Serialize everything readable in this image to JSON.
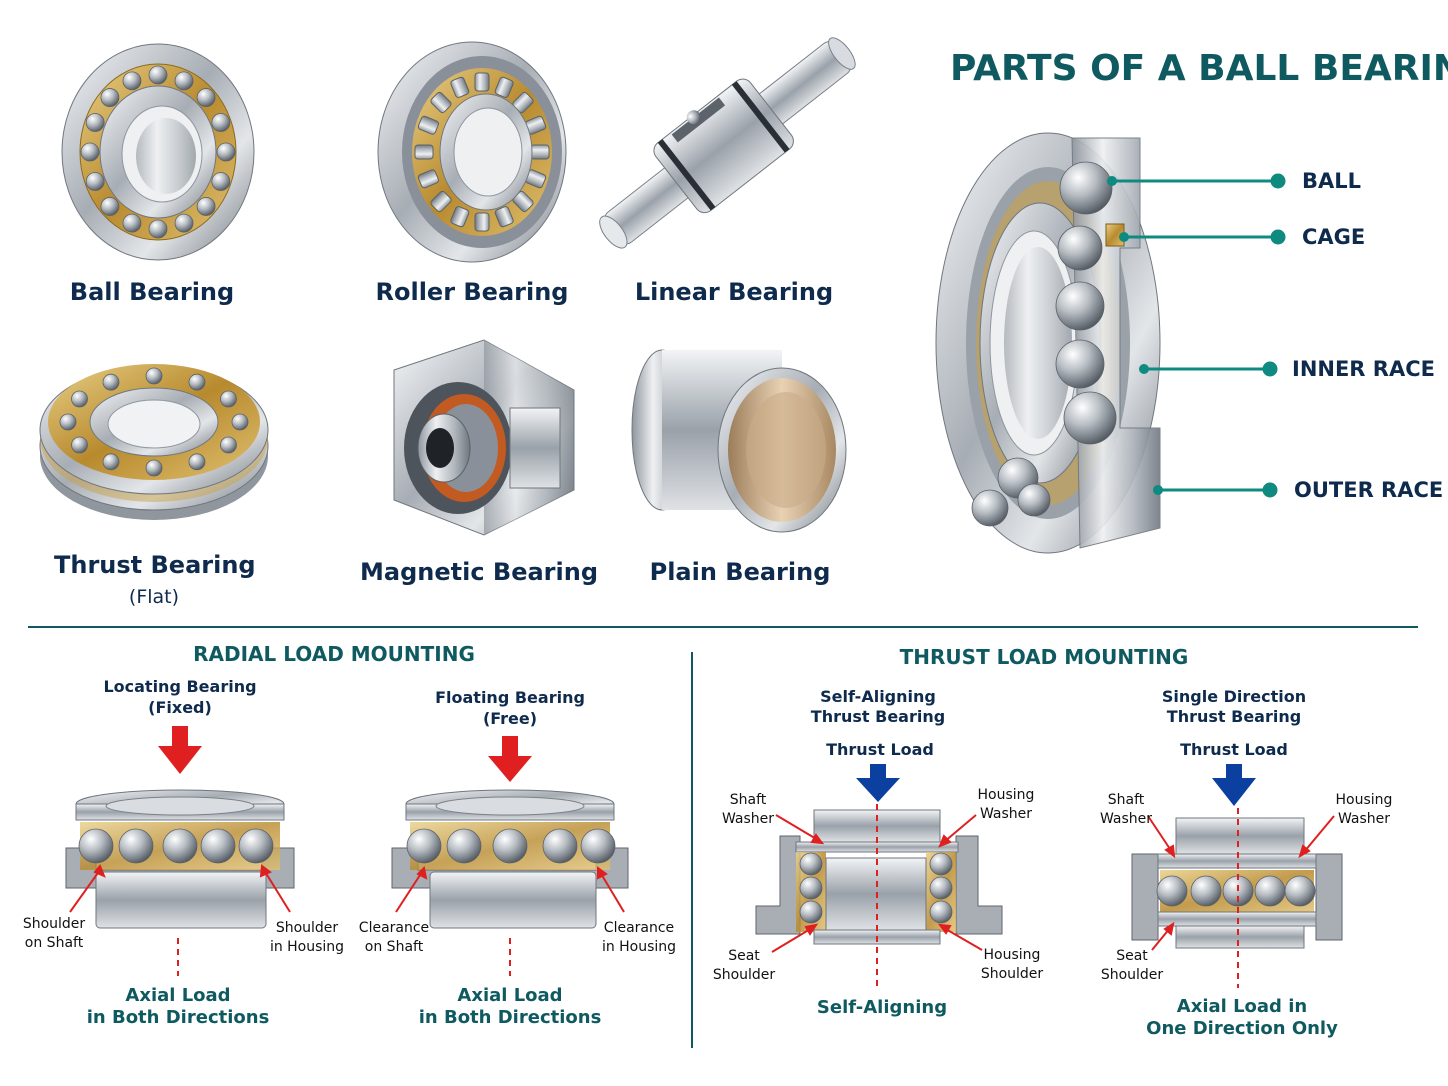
{
  "title": "PARTS OF A BALL BEARING",
  "bearing_types": [
    {
      "name": "Ball Bearing",
      "sub": ""
    },
    {
      "name": "Roller Bearing",
      "sub": ""
    },
    {
      "name": "Linear Bearing",
      "sub": ""
    },
    {
      "name": "Thrust Bearing",
      "sub": "(Flat)"
    },
    {
      "name": "Magnetic Bearing",
      "sub": ""
    },
    {
      "name": "Plain Bearing",
      "sub": ""
    }
  ],
  "parts": [
    "BALL",
    "CAGE",
    "INNER RACE",
    "OUTER RACE"
  ],
  "radial": {
    "title": "RADIAL LOAD MOUNTING",
    "locating": {
      "heading_1": "Locating Bearing",
      "heading_2": "(Fixed)",
      "left_1": "Shoulder",
      "left_2": "on Shaft",
      "right_1": "Shoulder",
      "right_2": "in Housing",
      "axial_1": "Axial Load",
      "axial_2": "in Both Directions"
    },
    "floating": {
      "heading_1": "Floating Bearing",
      "heading_2": "(Free)",
      "left_1": "Clearance",
      "left_2": "on Shaft",
      "right_1": "Clearance",
      "right_2": "in Housing",
      "axial_1": "Axial Load",
      "axial_2": "in Both Directions"
    }
  },
  "thrust": {
    "title": "THRUST LOAD MOUNTING",
    "self_aligning": {
      "heading_1": "Self-Aligning",
      "heading_2": "Thrust Bearing",
      "load": "Thrust Load",
      "shaft_1": "Shaft",
      "shaft_2": "Washer",
      "housing_1": "Housing",
      "housing_2": "Washer",
      "seat_1": "Seat",
      "seat_2": "Shoulder",
      "hshoulder_1": "Housing",
      "hshoulder_2": "Shoulder",
      "bottom": "Self-Aligning"
    },
    "single": {
      "heading_1": "Single Direction",
      "heading_2": "Thrust Bearing",
      "load": "Thrust Load",
      "shaft_1": "Shaft",
      "shaft_2": "Washer",
      "housing_1": "Housing",
      "housing_2": "Washer",
      "seat_1": "Seat",
      "seat_2": "Shoulder",
      "bottom_1": "Axial Load in",
      "bottom_2": "One Direction Only"
    }
  },
  "colors": {
    "navy": "#0e2a4d",
    "teal": "#0f5a60",
    "leader_teal": "#0f8a80",
    "red_arrow": "#e02020",
    "blue_arrow": "#0b3fa0",
    "steel": "#b9bec4",
    "brass": "#c9a24a"
  }
}
